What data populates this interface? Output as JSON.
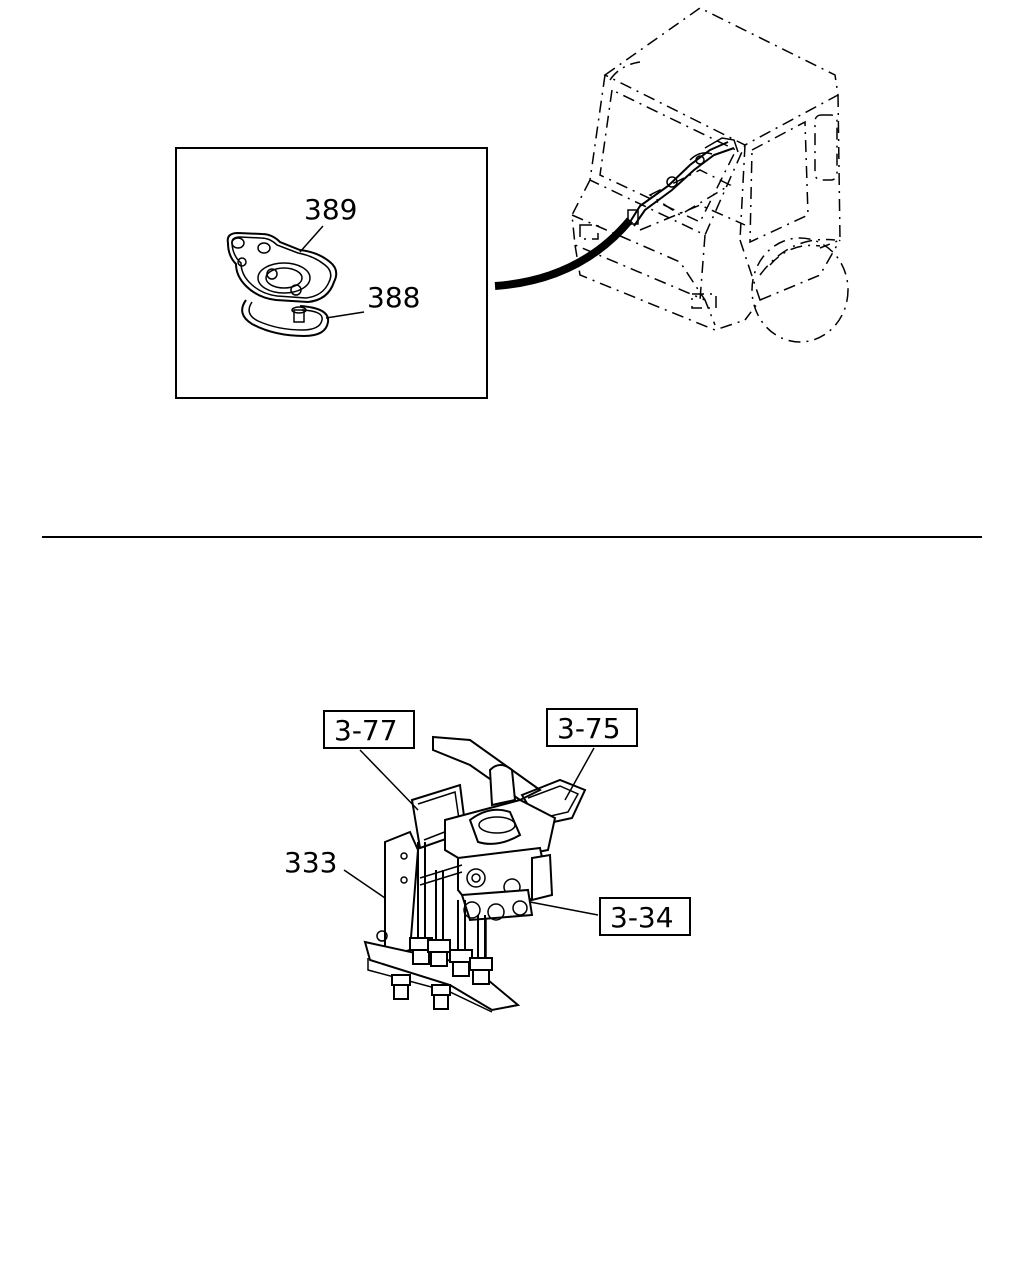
{
  "upper_view": {
    "callouts": [
      {
        "id": "389",
        "text": "389"
      },
      {
        "id": "388",
        "text": "388"
      }
    ]
  },
  "lower_view": {
    "callouts": [
      {
        "id": "3-77",
        "text": "3-77",
        "boxed": true
      },
      {
        "id": "3-75",
        "text": "3-75",
        "boxed": true
      },
      {
        "id": "333",
        "text": "333",
        "boxed": false
      },
      {
        "id": "3-34",
        "text": "3-34",
        "boxed": true
      }
    ]
  },
  "colors": {
    "line": "#000000",
    "background": "#ffffff"
  }
}
